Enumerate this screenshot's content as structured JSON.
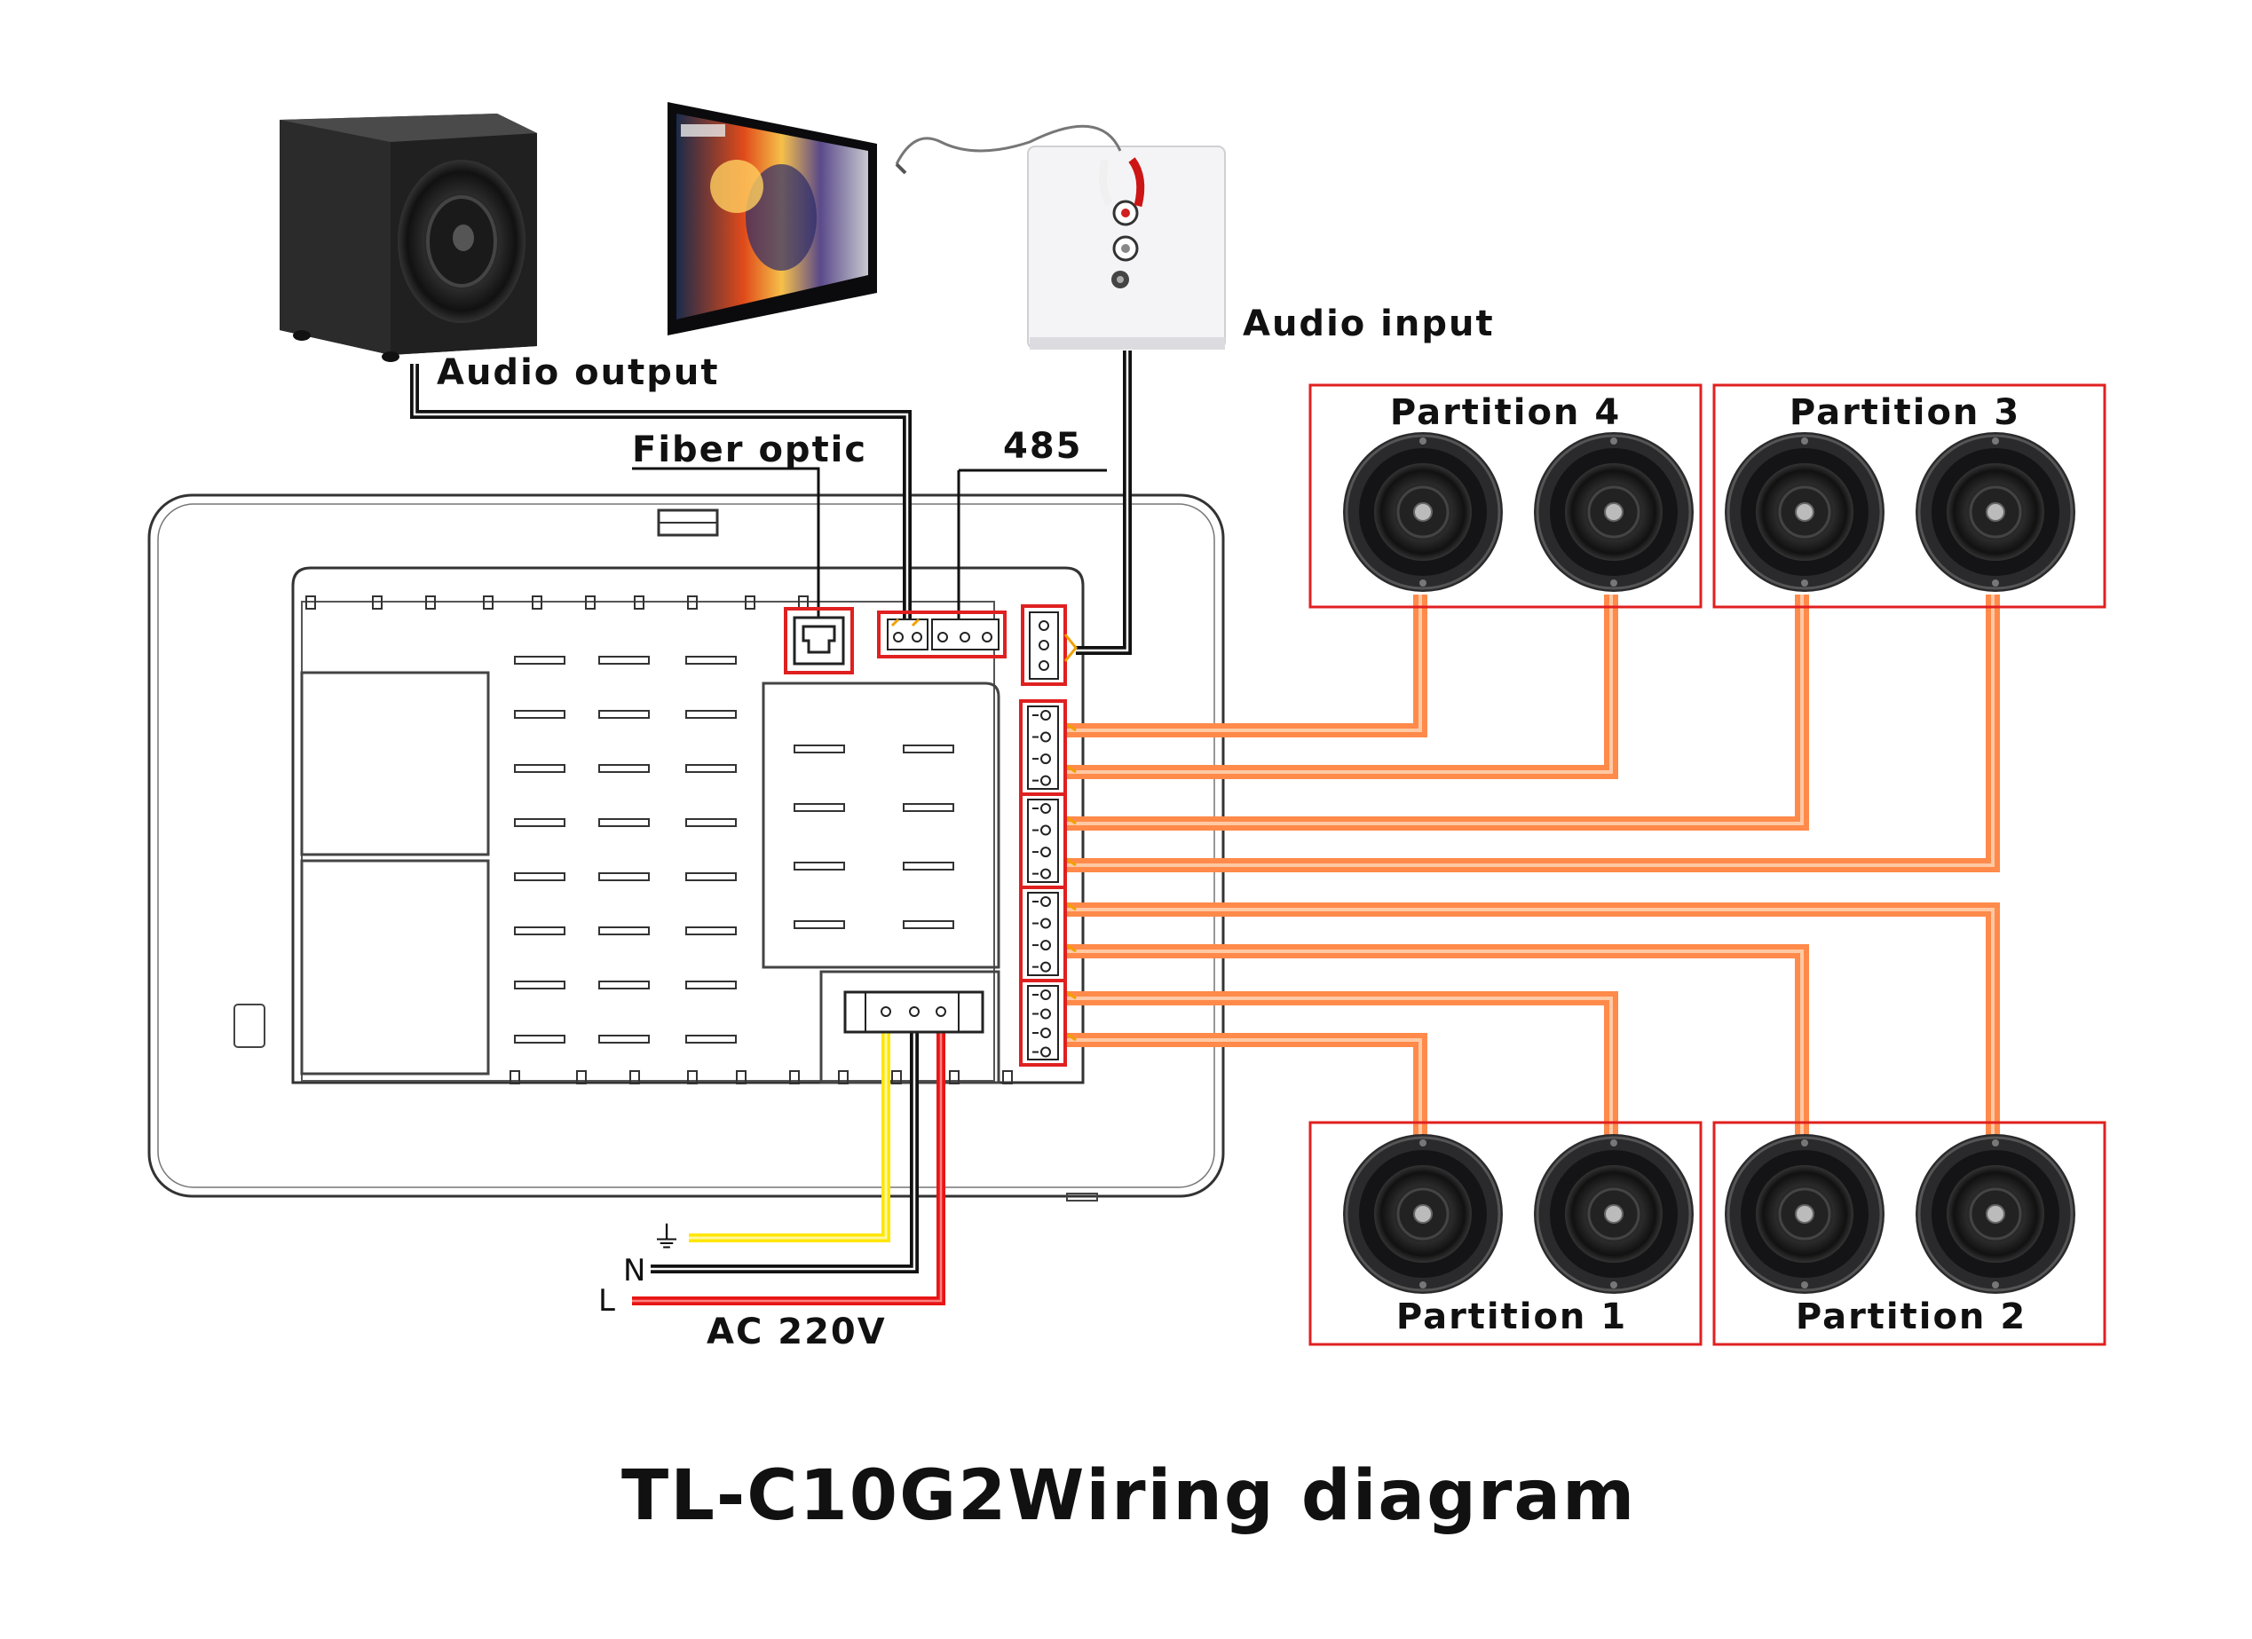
{
  "labels": {
    "audio_output": "Audio output",
    "audio_input": "Audio input",
    "fiber_optic": "Fiber optic",
    "rs485": "485",
    "ac": "AC 220V",
    "ground": "⏚",
    "neutral": "N",
    "live": "L"
  },
  "partitions": {
    "p4": "Partition 4",
    "p3": "Partition 3",
    "p1": "Partition 1",
    "p2": "Partition 2"
  },
  "title": "TL-C10G2Wiring diagram",
  "colors": {
    "frame_red": "#e02020",
    "speaker_wire": "#ff8a4a",
    "ground_wire": "#ffe600",
    "neutral_wire": "#111111",
    "live_wire": "#e81515",
    "audio_cable": "#111111"
  }
}
